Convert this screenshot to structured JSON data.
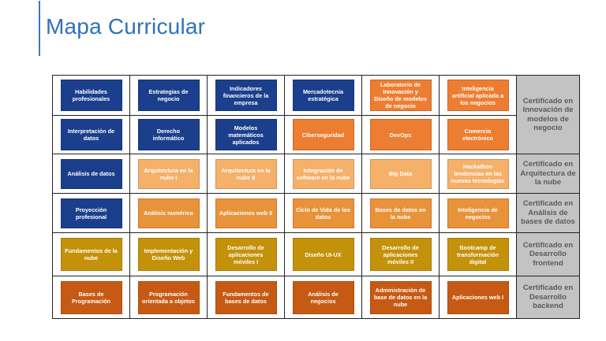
{
  "header": {
    "title": "Mapa Curricular"
  },
  "colors": {
    "navy": "#1b3f8c",
    "orange": "#ec7d31",
    "light_orange": "#f5b06a",
    "mid_orange": "#e8923a",
    "mustard": "#c4910a",
    "rust": "#c65a14",
    "certificate_gray": "#c3c3c3",
    "title_blue": "#2f72b8"
  },
  "grid": {
    "rows": [
      {
        "cells": [
          {
            "label": "Habilidades profesionales",
            "color": "#1b3f8c"
          },
          {
            "label": "Estrategias de negocio",
            "color": "#1b3f8c"
          },
          {
            "label": "Indicadores financieros de la empresa",
            "color": "#1b3f8c"
          },
          {
            "label": "Mercadotecnia estratégica",
            "color": "#1b3f8c"
          },
          {
            "label": "Laboratorio de Innovación y Diseño de modelos de negocio",
            "color": "#ec7d31"
          },
          {
            "label": "Inteligencia artificial aplicada a los negocios",
            "color": "#ec7d31"
          }
        ],
        "certificate": "Certificado en Innovación de modelos de negocio"
      },
      {
        "cells": [
          {
            "label": "Interpretación de datos",
            "color": "#1b3f8c"
          },
          {
            "label": "Derecho informático",
            "color": "#1b3f8c"
          },
          {
            "label": "Modelos matemáticos aplicados",
            "color": "#1b3f8c"
          },
          {
            "label": "Ciberseguridad",
            "color": "#ec7d31"
          },
          {
            "label": "DevOps",
            "color": "#ec7d31"
          },
          {
            "label": "Comercio electrónico",
            "color": "#ec7d31"
          }
        ]
      },
      {
        "cells": [
          {
            "label": "Análisis de datos",
            "color": "#1b3f8c"
          },
          {
            "label": "Arquitectura en la nube I",
            "color": "#f5b06a"
          },
          {
            "label": "Arquitectura en la nube II",
            "color": "#f5b06a"
          },
          {
            "label": "Integración de software en la nube",
            "color": "#f5b06a"
          },
          {
            "label": "Big Data",
            "color": "#f5b06a"
          },
          {
            "label": "Hackathon tendencias en las nuevas tecnologías",
            "color": "#f5b06a"
          }
        ],
        "certificate": "Certificado en Arquitectura de la nube"
      },
      {
        "cells": [
          {
            "label": "Proyección profesional",
            "color": "#1b3f8c"
          },
          {
            "label": "Análisis numérico",
            "color": "#e8923a"
          },
          {
            "label": "Aplicaciones web II",
            "color": "#e8923a"
          },
          {
            "label": "Ciclo de Vida de los datos",
            "color": "#e8923a"
          },
          {
            "label": "Bases de datos en la nube",
            "color": "#e8923a"
          },
          {
            "label": "Inteligencia de negocios",
            "color": "#e8923a"
          }
        ],
        "certificate": "Certificado en Análisis de bases de datos"
      },
      {
        "cells": [
          {
            "label": "Fundamentos de la nube",
            "color": "#c4910a"
          },
          {
            "label": "Implementación y Diseño Web",
            "color": "#c4910a"
          },
          {
            "label": "Desarrollo de aplicaciones móviles I",
            "color": "#c4910a"
          },
          {
            "label": "Diseño UI-UX",
            "color": "#c4910a"
          },
          {
            "label": "Desarrollo de aplicaciones móviles II",
            "color": "#c4910a"
          },
          {
            "label": "Bootcamp de transformación digital",
            "color": "#c4910a"
          }
        ],
        "certificate": "Certificado en Desarrollo frontend"
      },
      {
        "cells": [
          {
            "label": "Bases de Programación",
            "color": "#c65a14"
          },
          {
            "label": "Programación orientada a objetos",
            "color": "#c65a14"
          },
          {
            "label": "Fundamentos de bases de datos",
            "color": "#c65a14"
          },
          {
            "label": "Análisis de negocios",
            "color": "#c65a14"
          },
          {
            "label": "Administración de base de datos en la nube",
            "color": "#c65a14"
          },
          {
            "label": "Aplicaciones web I",
            "color": "#c65a14"
          }
        ],
        "certificate": "Certificado en Desarrollo backend"
      }
    ]
  }
}
